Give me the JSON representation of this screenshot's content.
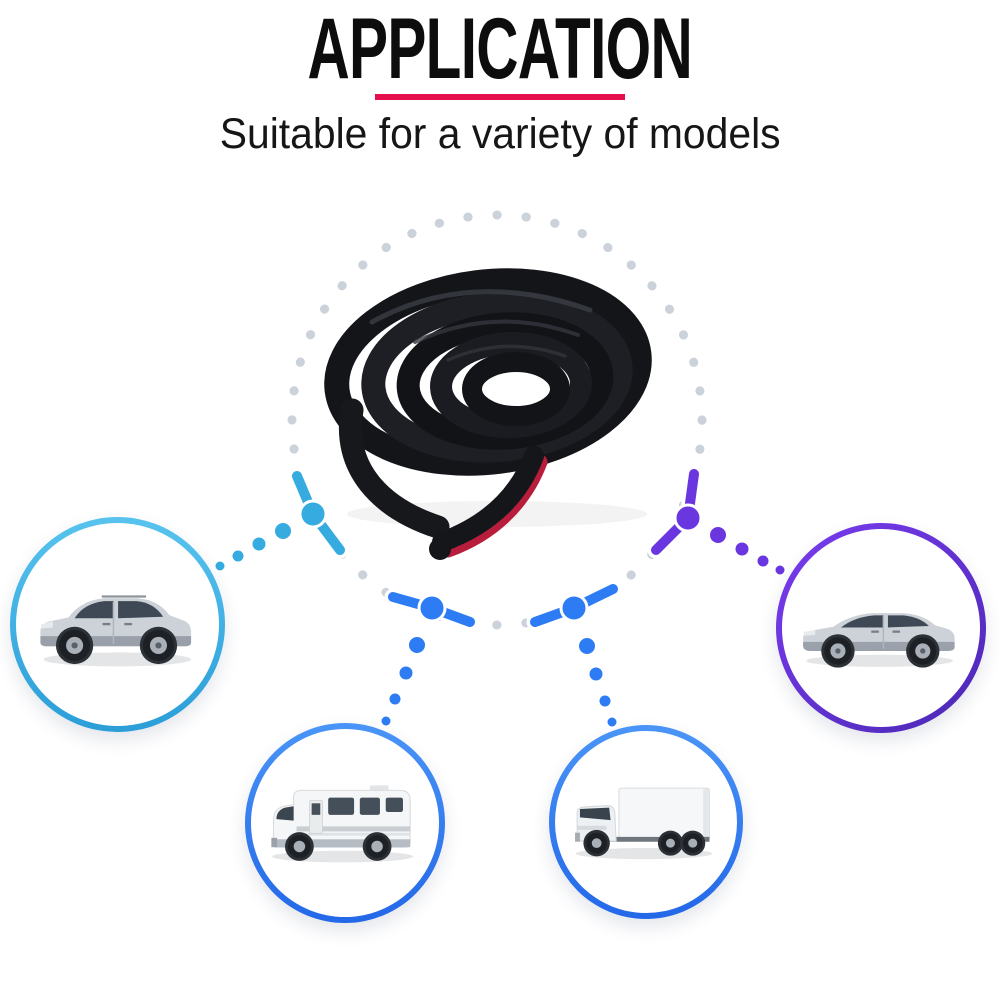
{
  "header": {
    "title": "APPLICATION",
    "subtitle": "Suitable for a variety of models",
    "underline_color": "#e50f4e"
  },
  "artwork": {
    "product_name": "black-rubber-seal-strip-coil",
    "strip_color": "#17181c",
    "adhesive_backing_color": "#b81e3c",
    "ring_dot_color": "#ccd2d9"
  },
  "vehicles": {
    "suv": {
      "name": "suv-photo",
      "accent": "#35abdf",
      "position": "left"
    },
    "sedan": {
      "name": "sedan-photo",
      "accent": "#6a36e0",
      "position": "right"
    },
    "rv": {
      "name": "rv-motorhome-photo",
      "accent": "#2e7cf4",
      "position": "bottom-left"
    },
    "truck": {
      "name": "box-truck-photo",
      "accent": "#2e7cf4",
      "position": "bottom-right"
    }
  }
}
